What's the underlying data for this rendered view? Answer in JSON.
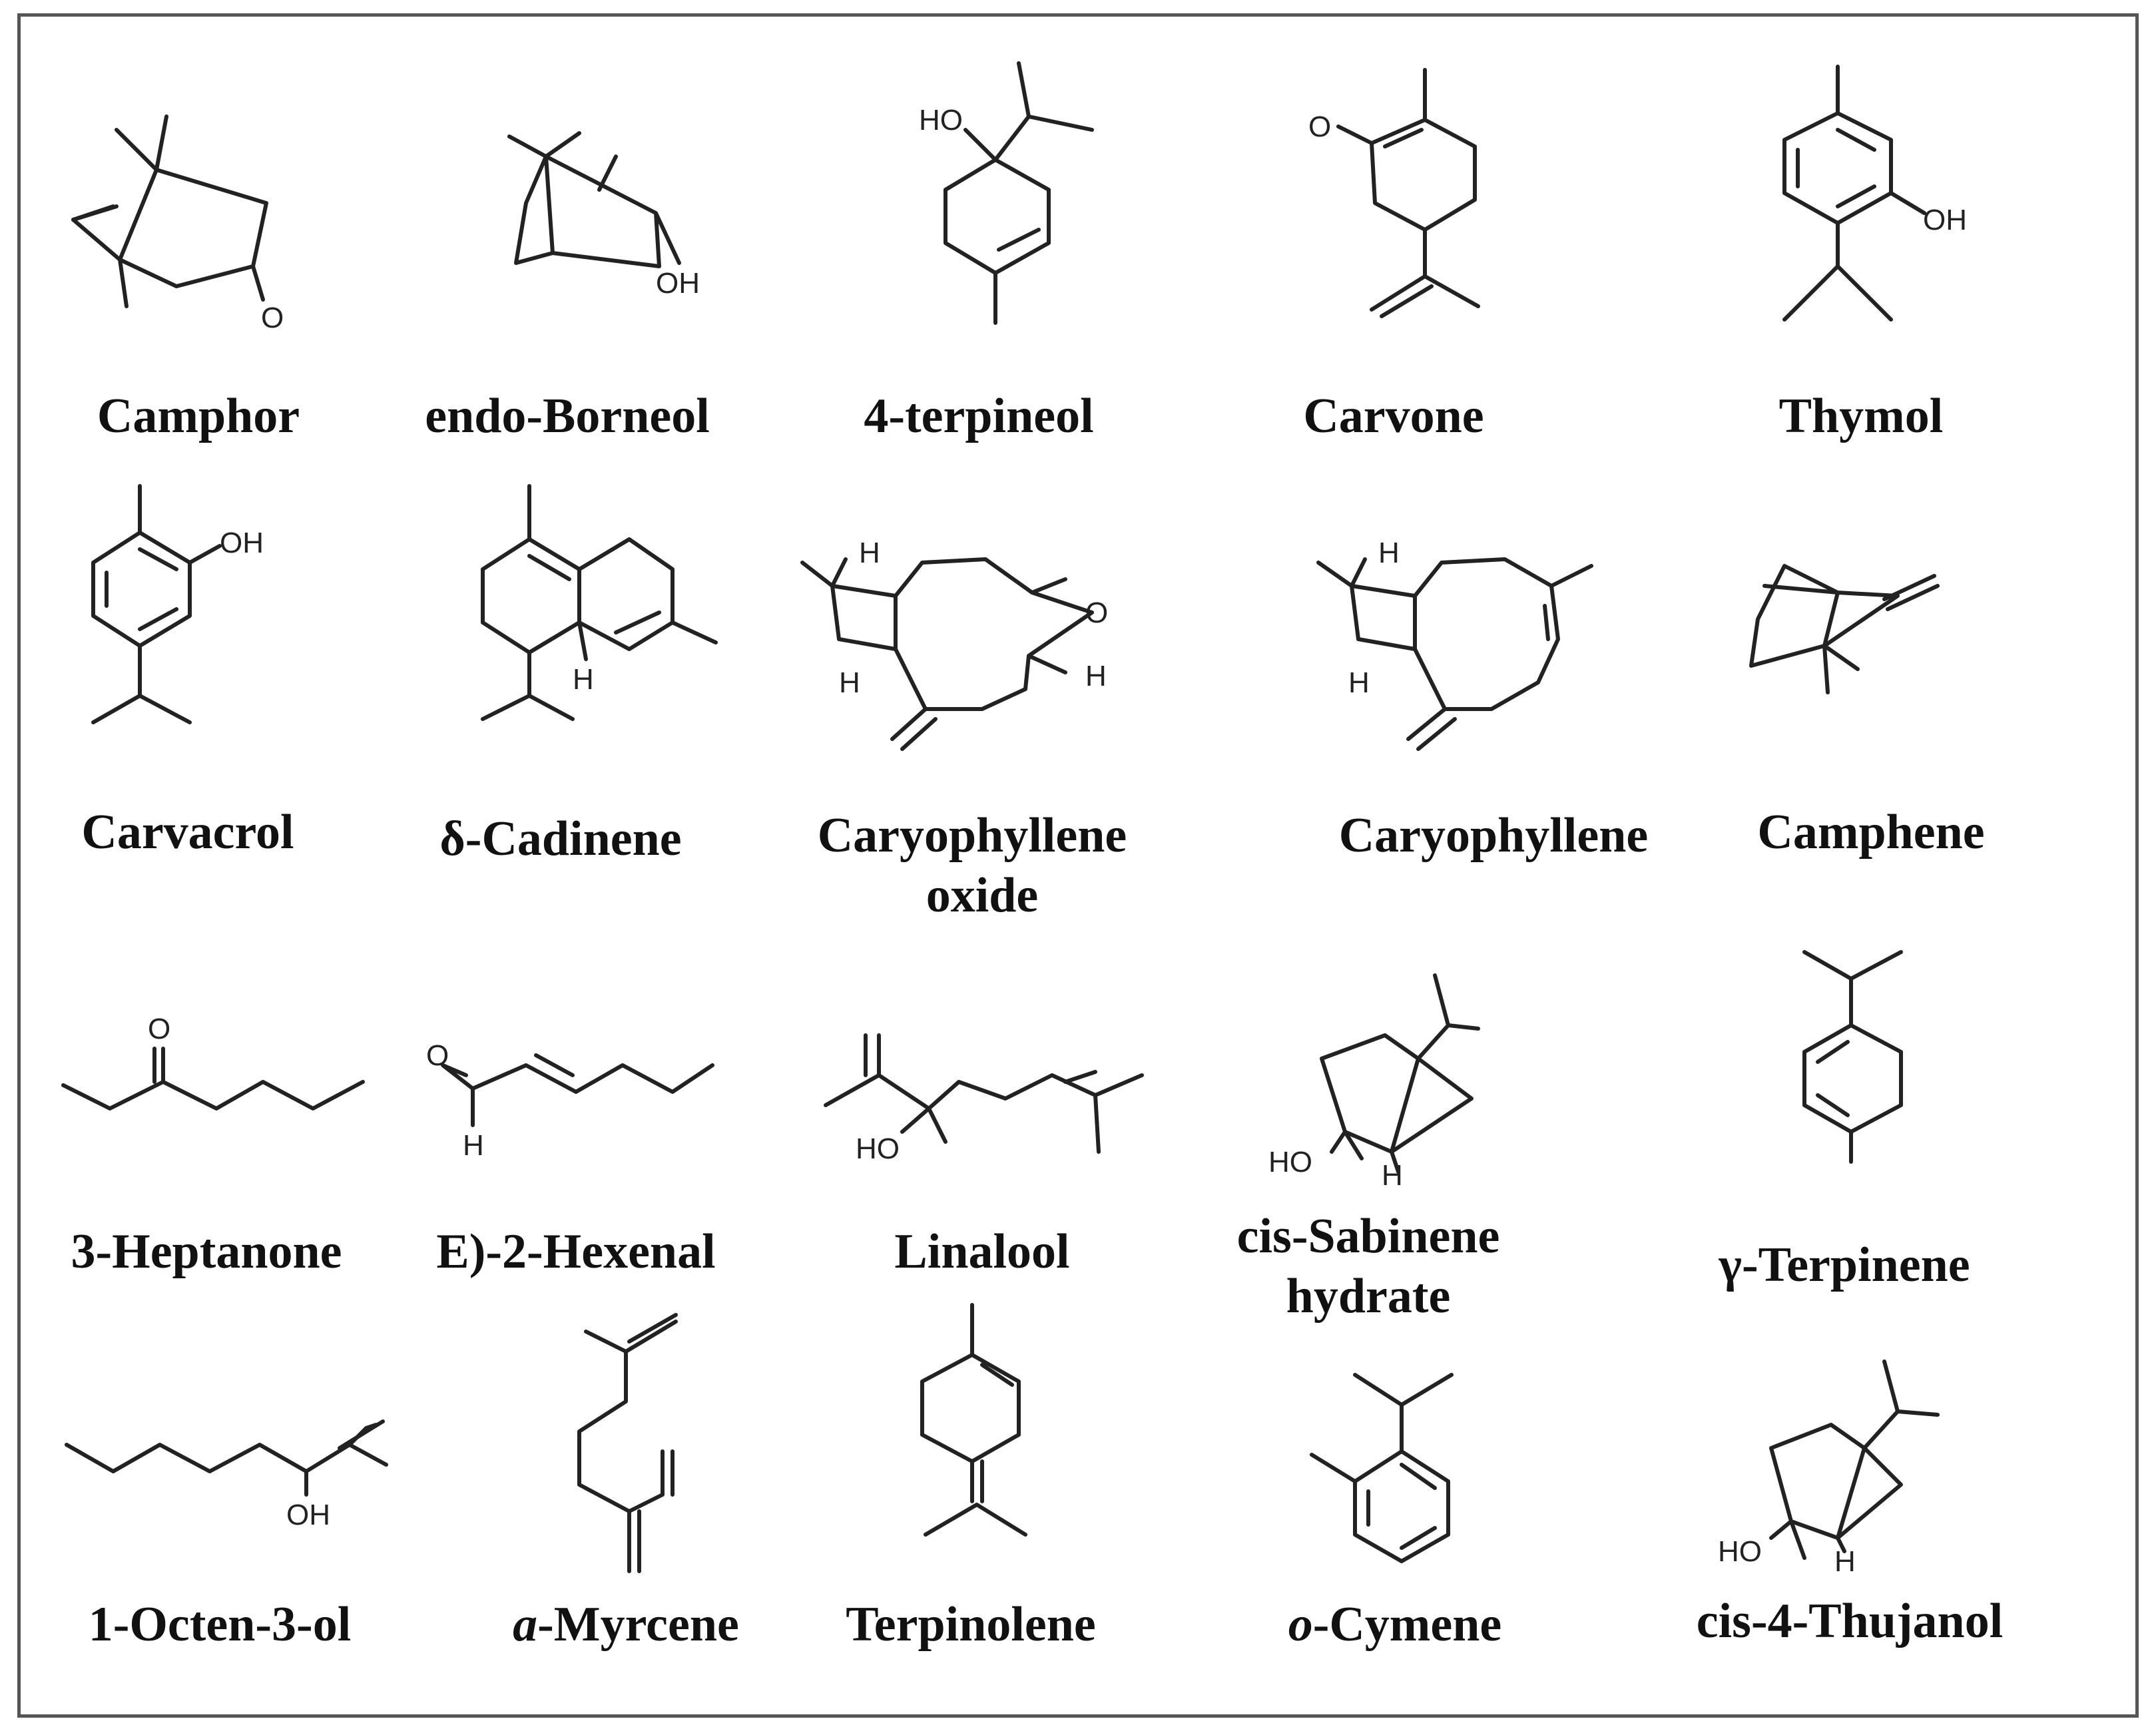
{
  "compounds": [
    {
      "id": "camphor",
      "name": "Camphor",
      "atoms": [
        "O"
      ]
    },
    {
      "id": "borneol",
      "name": "endo-Borneol",
      "atoms": [
        "OH"
      ]
    },
    {
      "id": "terpineol",
      "name": "4-terpineol",
      "atoms": [
        "HO"
      ]
    },
    {
      "id": "carvone",
      "name": "Carvone",
      "atoms": [
        "O"
      ]
    },
    {
      "id": "thymol",
      "name": "Thymol",
      "atoms": [
        "OH"
      ]
    },
    {
      "id": "carvacrol",
      "name": "Carvacrol",
      "atoms": [
        "OH"
      ]
    },
    {
      "id": "cadinene",
      "prefix": "δ",
      "name": "-Cadinene",
      "atoms": [
        "H"
      ]
    },
    {
      "id": "caryoxide",
      "name": "Caryophyllene",
      "name_line2": "oxide",
      "atoms": [
        "H",
        "H",
        "O",
        "H"
      ]
    },
    {
      "id": "caryophyllene",
      "name": "Caryophyllene",
      "atoms": [
        "H",
        "H"
      ]
    },
    {
      "id": "camphene",
      "name": "Camphene",
      "atoms": []
    },
    {
      "id": "heptanone",
      "name": "3-Heptanone",
      "atoms": [
        "O"
      ]
    },
    {
      "id": "hexenal",
      "name": "E)-2-Hexenal",
      "atoms": [
        "O",
        "H"
      ]
    },
    {
      "id": "linalool",
      "name": "Linalool",
      "atoms": [
        "HO"
      ]
    },
    {
      "id": "sabinene",
      "name": "cis-Sabinene",
      "name_line2": "hydrate",
      "atoms": [
        "HO",
        "H"
      ]
    },
    {
      "id": "terpinene",
      "prefix": "γ",
      "name": "-Terpinene",
      "atoms": []
    },
    {
      "id": "octenol",
      "name": "1-Octen-3-ol",
      "atoms": [
        "OH"
      ]
    },
    {
      "id": "myrcene",
      "prefix": "a",
      "name": "-Myrcene",
      "atoms": []
    },
    {
      "id": "terpinolene",
      "name": "Terpinolene",
      "atoms": []
    },
    {
      "id": "cymene",
      "prefix": "o",
      "name": "-Cymene",
      "atoms": []
    },
    {
      "id": "thujanol",
      "name": "cis-4-Thujanol",
      "atoms": [
        "HO",
        "H"
      ]
    }
  ],
  "colors": {
    "line": "#222222",
    "border": "#555555",
    "text": "#111111"
  }
}
